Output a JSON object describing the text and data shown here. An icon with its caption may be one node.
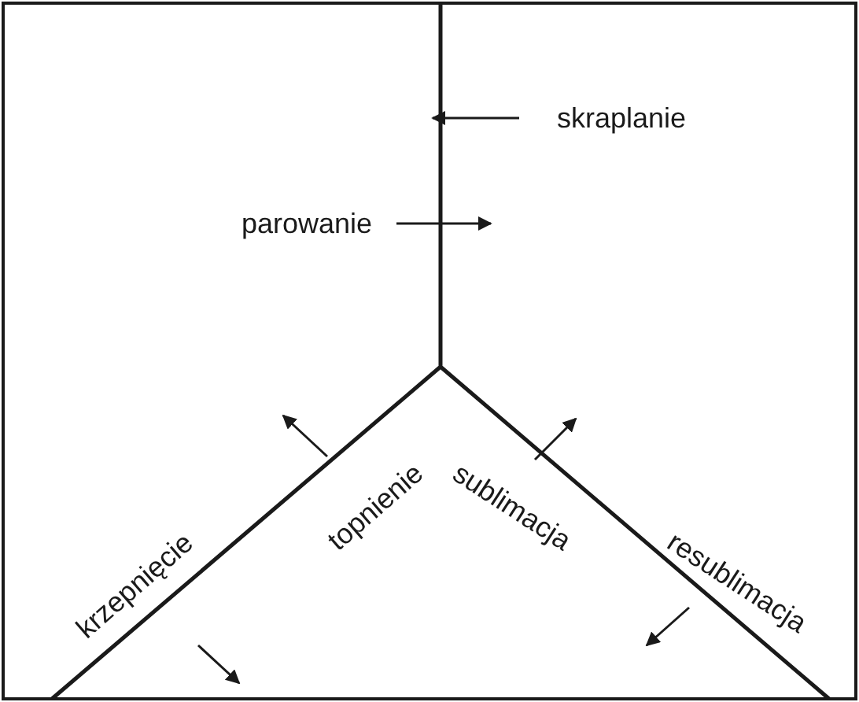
{
  "diagram": {
    "labels": [
      "skraplanie",
      "parowanie",
      "krzepnięcie",
      "topnienie",
      "sublimacja",
      "resublimacja"
    ]
  }
}
